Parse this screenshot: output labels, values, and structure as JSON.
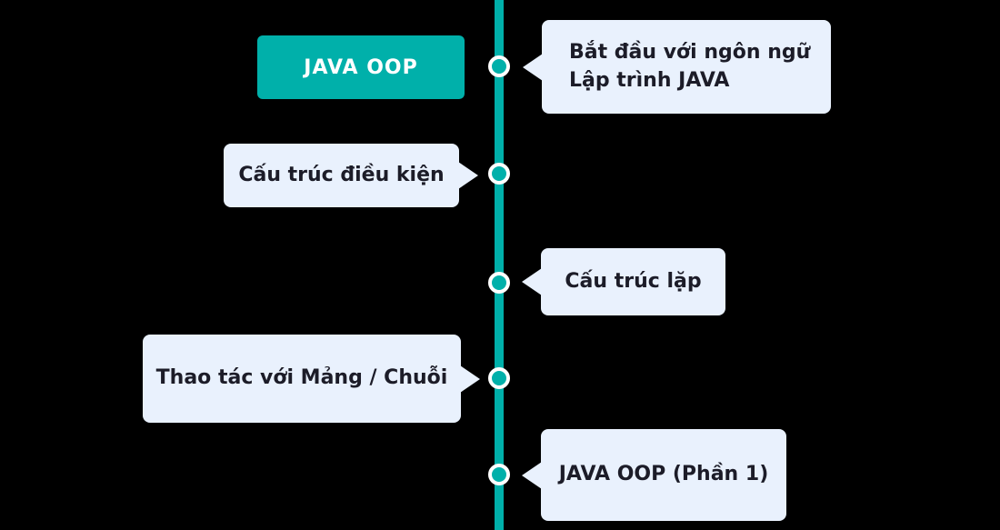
{
  "colors": {
    "background": "#000000",
    "teal": "#00b0aa",
    "box_bg": "#e9f1fd",
    "text_dark": "#1c1c28",
    "white": "#ffffff"
  },
  "timeline": {
    "title": "JAVA OOP",
    "items": [
      {
        "side": "right",
        "label": "Bắt đầu với ngôn ngữ Lập trình JAVA",
        "label_lines": [
          "Bắt đầu với ngôn ngữ",
          "Lập trình JAVA"
        ]
      },
      {
        "side": "left",
        "label": "Cấu trúc điều kiện"
      },
      {
        "side": "right",
        "label": "Cấu trúc lặp"
      },
      {
        "side": "left",
        "label": "Thao tác với Mảng / Chuỗi"
      },
      {
        "side": "right",
        "label": "JAVA OOP (Phần 1)"
      }
    ]
  }
}
